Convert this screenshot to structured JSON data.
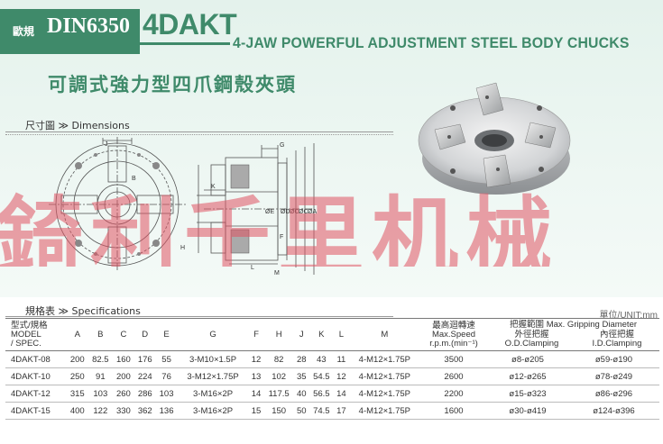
{
  "header": {
    "standard_prefix": "歐規",
    "standard": "DIN6350",
    "model": "4DAKT",
    "title_en": "4-JAW POWERFUL ADJUSTMENT STEEL BODY CHUCKS",
    "title_cn": "可調式強力型四爪鋼殼夾頭"
  },
  "watermark": "錡利千里机械",
  "dimensions": {
    "label": "尺寸圖 ≫ Dimensions",
    "letters": [
      "J",
      "B",
      "G",
      "K",
      "ØE",
      "ØD",
      "ØC",
      "ØA",
      "H",
      "F",
      "L",
      "M"
    ]
  },
  "specifications": {
    "label": "規格表 ≫ Specifications",
    "unit": "單位/UNIT:mm",
    "headers": {
      "model_cn": "型式/規格",
      "model_en1": "MODEL",
      "model_en2": "/ SPEC.",
      "cols": [
        "A",
        "B",
        "C",
        "D",
        "E",
        "G",
        "F",
        "H",
        "J",
        "K",
        "L",
        "M"
      ],
      "speed_cn": "最高迴轉速",
      "speed_en": "Max.Speed",
      "speed_unit": "r.p.m.(min⁻¹)",
      "grip_cn": "把握範圍",
      "grip_en": "Max. Gripping Diameter",
      "od_cn": "外徑把握",
      "od_en": "O.D.Clamping",
      "id_cn": "內徑把握",
      "id_en": "I.D.Clamping"
    },
    "rows": [
      {
        "model": "4DAKT-08",
        "A": "200",
        "B": "82.5",
        "C": "160",
        "D": "176",
        "E": "55",
        "G": "3-M10×1.5P",
        "F": "12",
        "H": "82",
        "J": "28",
        "K": "43",
        "L": "11",
        "M": "4-M12×1.75P",
        "speed": "3500",
        "od": "ø8-ø205",
        "id": "ø59-ø190"
      },
      {
        "model": "4DAKT-10",
        "A": "250",
        "B": "91",
        "C": "200",
        "D": "224",
        "E": "76",
        "G": "3-M12×1.75P",
        "F": "13",
        "H": "102",
        "J": "35",
        "K": "54.5",
        "L": "12",
        "M": "4-M12×1.75P",
        "speed": "2600",
        "od": "ø12-ø265",
        "id": "ø78-ø249"
      },
      {
        "model": "4DAKT-12",
        "A": "315",
        "B": "103",
        "C": "260",
        "D": "286",
        "E": "103",
        "G": "3-M16×2P",
        "F": "14",
        "H": "117.5",
        "J": "40",
        "K": "56.5",
        "L": "14",
        "M": "4-M12×1.75P",
        "speed": "2200",
        "od": "ø15-ø323",
        "id": "ø86-ø296"
      },
      {
        "model": "4DAKT-15",
        "A": "400",
        "B": "122",
        "C": "330",
        "D": "362",
        "E": "136",
        "G": "3-M16×2P",
        "F": "15",
        "H": "150",
        "J": "50",
        "K": "74.5",
        "L": "17",
        "M": "4-M12×1.75P",
        "speed": "1600",
        "od": "ø30-ø419",
        "id": "ø124-ø396"
      }
    ]
  },
  "colors": {
    "brand_green": "#3f8a6a",
    "band": "#e4f2ec",
    "watermark": "#e05463"
  }
}
